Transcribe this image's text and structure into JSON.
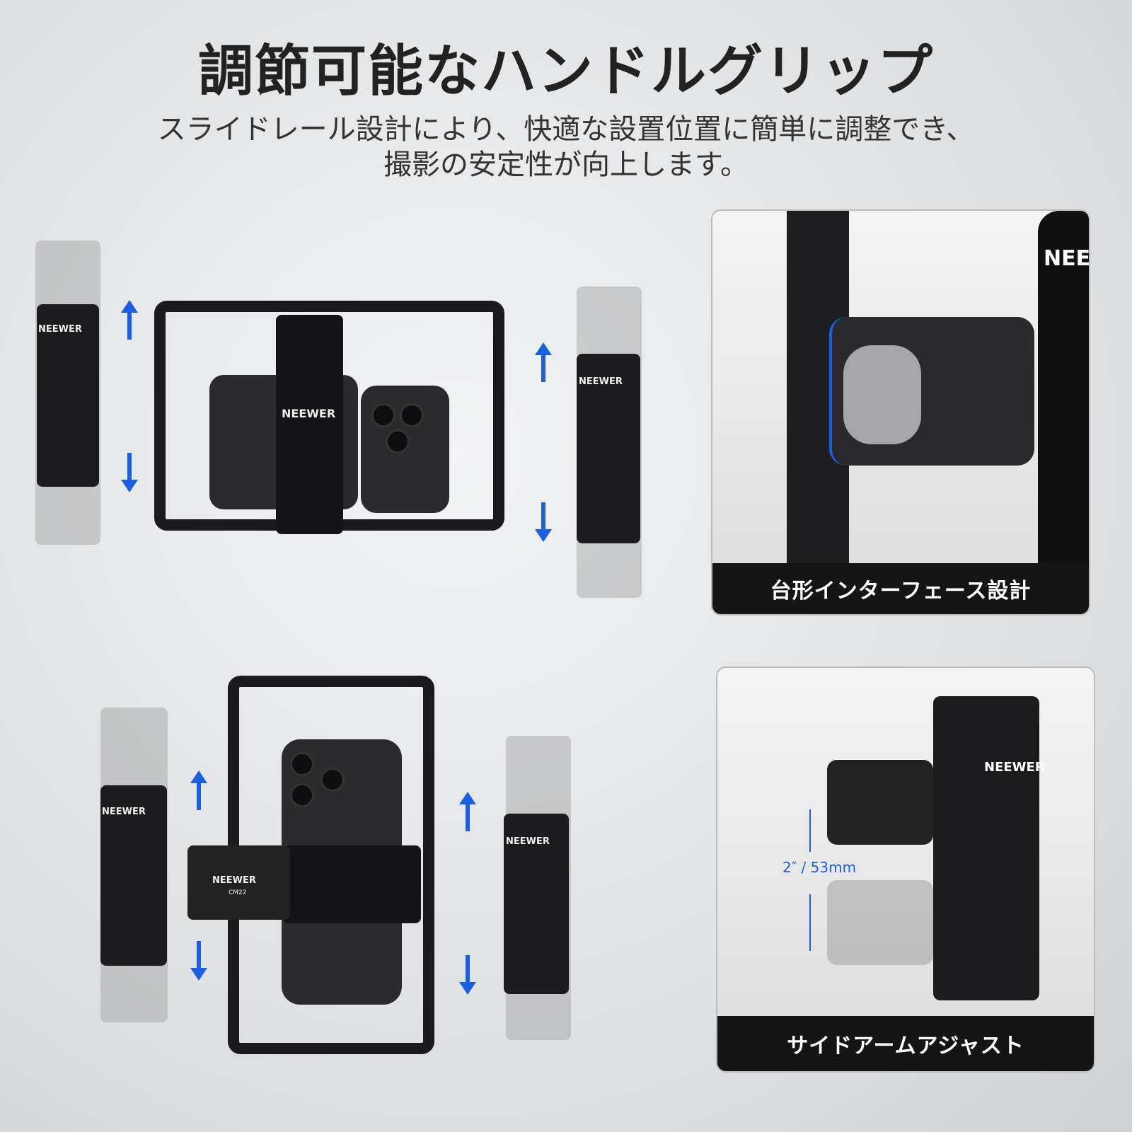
{
  "header": {
    "title": "調節可能なハンドルグリップ",
    "subtitle_line1": "スライドレール設計により、快適な設置位置に簡単に調整でき、",
    "subtitle_line2": "撮影の安定性が向上します。"
  },
  "panels": [
    {
      "caption": "台形インターフェース設計"
    },
    {
      "caption": "サイドアームアジャスト",
      "measurement": "2″ / 53mm"
    }
  ],
  "brand": {
    "logo": "NEEWER",
    "mic_model": "CM22"
  },
  "colors": {
    "accent": "#1a5fe0",
    "caption_bg": "#151515"
  }
}
